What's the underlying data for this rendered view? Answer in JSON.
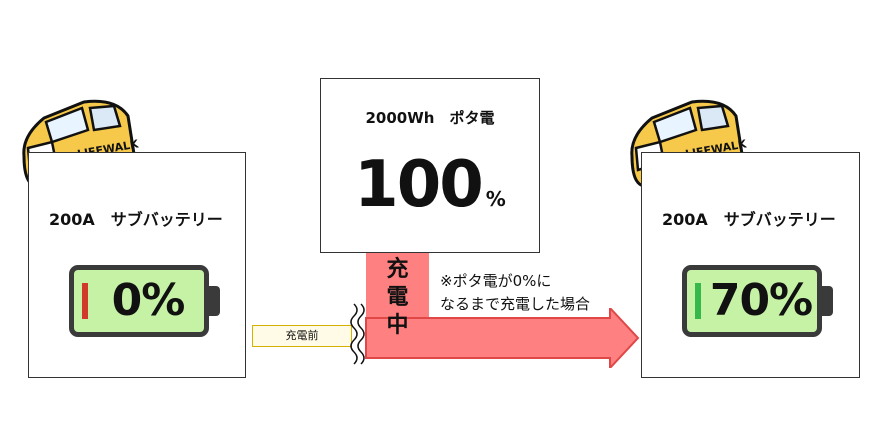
{
  "left_panel": {
    "label": "200A　サブバッテリー",
    "battery_percent": "0%",
    "battery_level": 0.03,
    "level_color": "#d13a2a"
  },
  "center_panel": {
    "title": "2000Wh　ポタ電",
    "value": "100",
    "unit": "%"
  },
  "right_panel": {
    "label": "200A　サブバッテリー",
    "battery_percent": "70%",
    "battery_level": 0.7,
    "level_color": "#37b84a"
  },
  "charging": {
    "line1": "充",
    "line2": "電",
    "line3": "中",
    "color": "#ff8080"
  },
  "note": {
    "line1": "※ポタ電が0%に",
    "line2": "なるまで充電した場合"
  },
  "before_tag": "充電前",
  "car": {
    "logo_text": "LIFEWALK",
    "body_color": "#f6c94a"
  }
}
